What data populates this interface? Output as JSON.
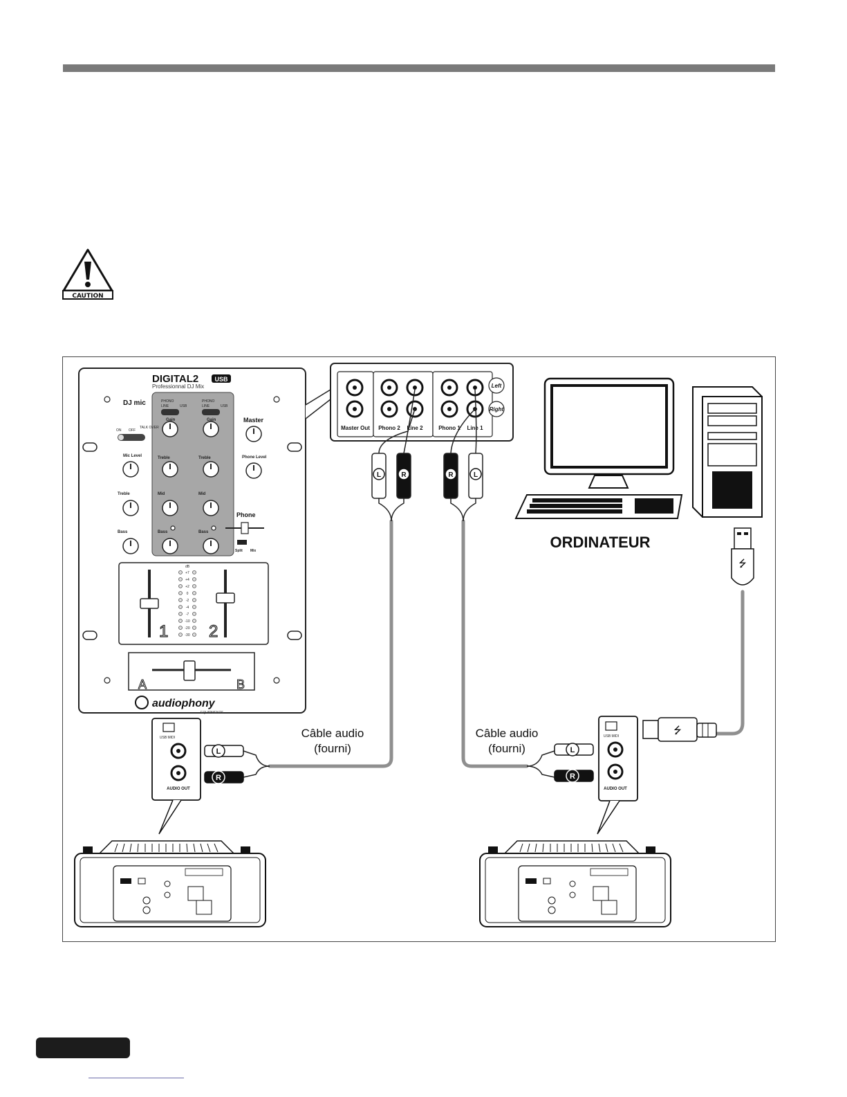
{
  "caution": {
    "label": "CAUTION"
  },
  "mixer": {
    "brand": "DIGITAL2",
    "usb_badge": "USB",
    "subtitle": "Professionnal DJ Mix",
    "logo": "audiophony",
    "logo_sub": "EQUIPMENTS",
    "dj_mic": "DJ mic",
    "switch_labels": [
      "ON",
      "OFF",
      "TALK OVER"
    ],
    "mic_level": "Mic Level",
    "treble": "Treble",
    "mid": "Mid",
    "bass": "Bass",
    "gain": "Gain",
    "phono": "PHONO",
    "line": "LINE",
    "usb": "USB",
    "master": "Master",
    "phone_level": "Phone Level",
    "phone": "Phone",
    "split": "Split",
    "mix": "Mix",
    "ch1": "1",
    "ch2": "2",
    "cf_a": "A",
    "cf_b": "B",
    "db_scale": [
      "dB",
      "+7",
      "+4",
      "+2",
      "0",
      "-2",
      "-4",
      "-7",
      "-10",
      "-20",
      "-30"
    ]
  },
  "back_panel": {
    "master_out": "Master Out",
    "phono2": "Phono 2",
    "line2": "Line 2",
    "phono1": "Phono 1",
    "line1": "Line 1",
    "left": "Left",
    "right": "Right"
  },
  "plugs": {
    "left": "L",
    "right": "R"
  },
  "computer": {
    "label": "ORDINATEUR"
  },
  "cables": [
    {
      "line1": "Câble audio",
      "line2": "(fourni)"
    },
    {
      "line1": "Câble audio",
      "line2": "(fourni)"
    }
  ],
  "player": {
    "audio_out": "AUDIO OUT",
    "usb_midi": "USB MIDI"
  }
}
